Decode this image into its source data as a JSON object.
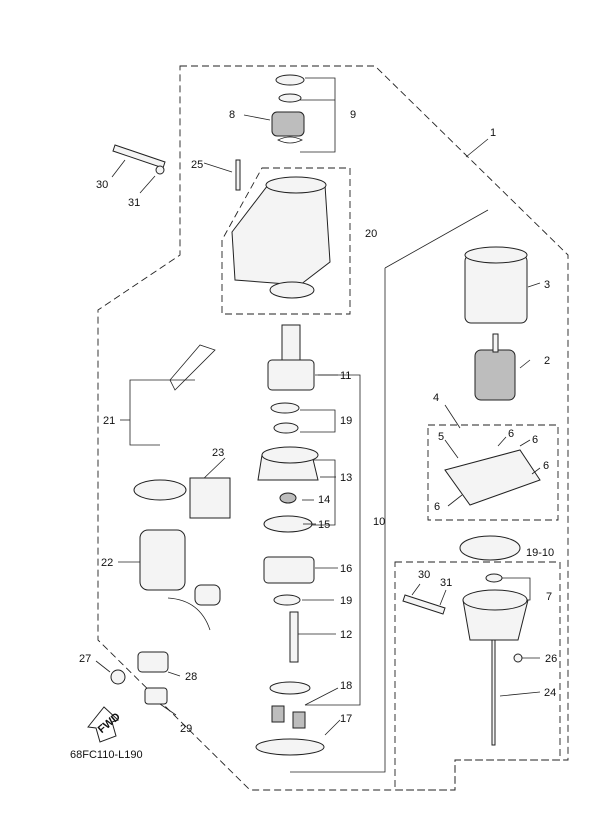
{
  "diagram": {
    "drawing_code": "68FC110-L190",
    "fwd_label": "FWD",
    "callouts": [
      "1",
      "2",
      "3",
      "4",
      "5",
      "6",
      "6",
      "6",
      "6",
      "7",
      "8",
      "9",
      "10",
      "11",
      "12",
      "13",
      "14",
      "15",
      "16",
      "17",
      "18",
      "19",
      "19",
      "19",
      "19-10",
      "20",
      "21",
      "22",
      "23",
      "24",
      "25",
      "26",
      "27",
      "28",
      "29",
      "30",
      "30",
      "31",
      "31"
    ]
  }
}
